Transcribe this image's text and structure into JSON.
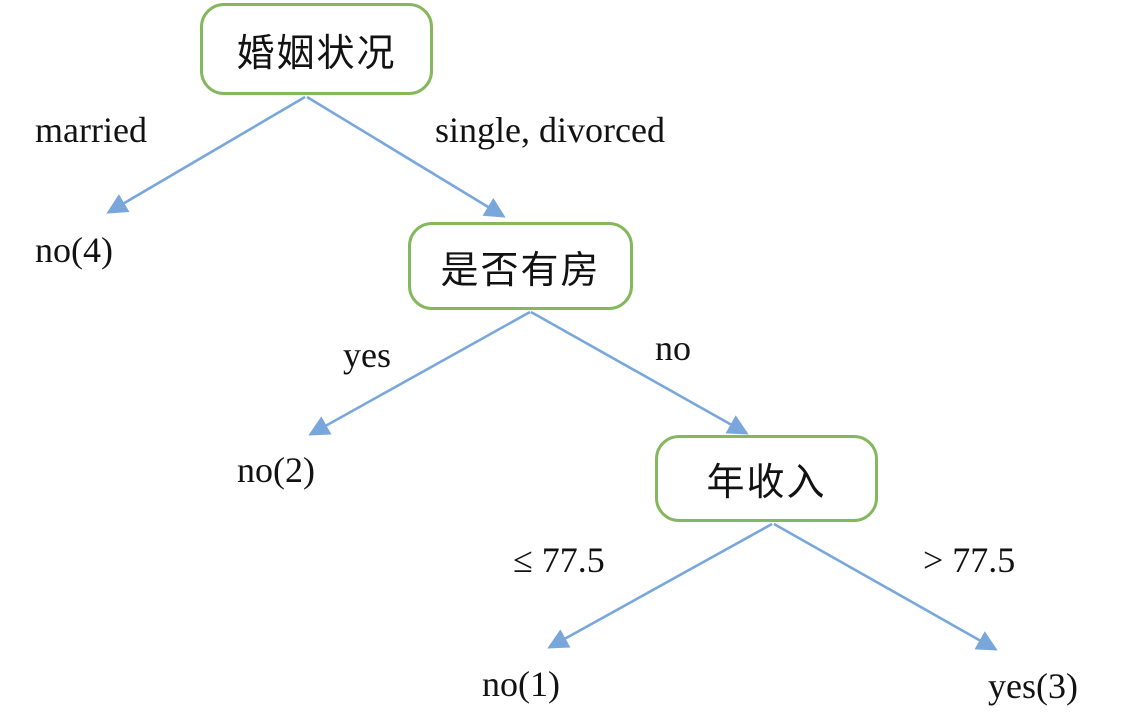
{
  "diagram_type": "decision-tree",
  "colors": {
    "node_border": "#85b75c",
    "arrow": "#79a7dc",
    "text": "#121212",
    "background": "#ffffff"
  },
  "tree": {
    "nodes": {
      "root": "婚姻状况",
      "house": "是否有房",
      "income": "年收入"
    },
    "edge_labels": {
      "married": "married",
      "single_divorced": "single, divorced",
      "yes": "yes",
      "no": "no",
      "le_77_5": "≤ 77.5",
      "gt_77_5": "> 77.5"
    },
    "leaves": {
      "no4": "no(4)",
      "no2": "no(2)",
      "no1": "no(1)",
      "yes3": "yes(3)"
    },
    "structure": {
      "label": "婚姻状况",
      "children": [
        {
          "edge": "married",
          "leaf": "no(4)"
        },
        {
          "edge": "single, divorced",
          "node": {
            "label": "是否有房",
            "children": [
              {
                "edge": "yes",
                "leaf": "no(2)"
              },
              {
                "edge": "no",
                "node": {
                  "label": "年收入",
                  "children": [
                    {
                      "edge": "≤ 77.5",
                      "leaf": "no(1)"
                    },
                    {
                      "edge": "> 77.5",
                      "leaf": "yes(3)"
                    }
                  ]
                }
              }
            ]
          }
        }
      ]
    }
  }
}
